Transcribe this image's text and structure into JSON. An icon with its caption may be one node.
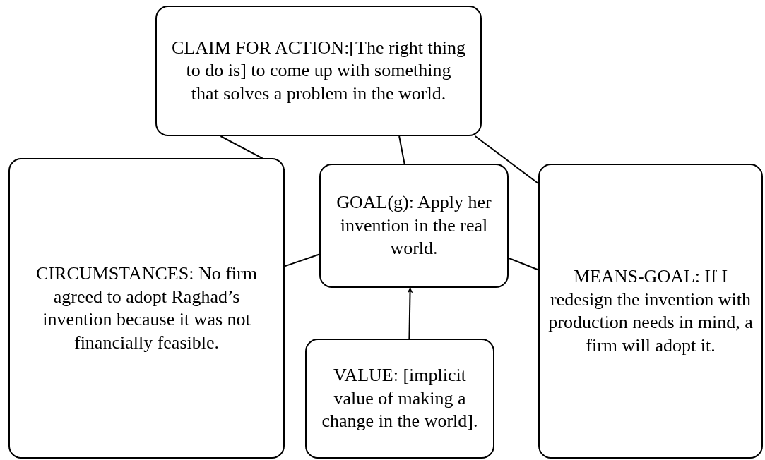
{
  "diagram": {
    "nodes": [
      {
        "text": [
          "CLAIM FOR ACTION:[The right thing to do is] to come up with something that solves a problem in the world."
        ]
      },
      {
        "text": [
          "CIRCUMSTANCES: No firm agreed to adopt Raghad’s invention because it was not financially feasible."
        ]
      },
      {
        "text": [
          "GOAL(g): Apply her invention in the real world."
        ]
      },
      {
        "text": [
          "MEANS-GOAL: If I redesign the invention with production needs in mind, a firm will adopt it."
        ]
      },
      {
        "text": [
          "VALUE: [implicit value of making a change in the world]."
        ]
      }
    ],
    "edges": [
      {
        "from": 0,
        "to": 1,
        "arrow": "none"
      },
      {
        "from": 0,
        "to": 2,
        "arrow": "none"
      },
      {
        "from": 0,
        "to": 3,
        "arrow": "none"
      },
      {
        "from": 1,
        "to": 2,
        "arrow": "none"
      },
      {
        "from": 3,
        "to": 2,
        "arrow": "none"
      },
      {
        "from": 4,
        "to": 2,
        "arrow": "to"
      }
    ]
  }
}
